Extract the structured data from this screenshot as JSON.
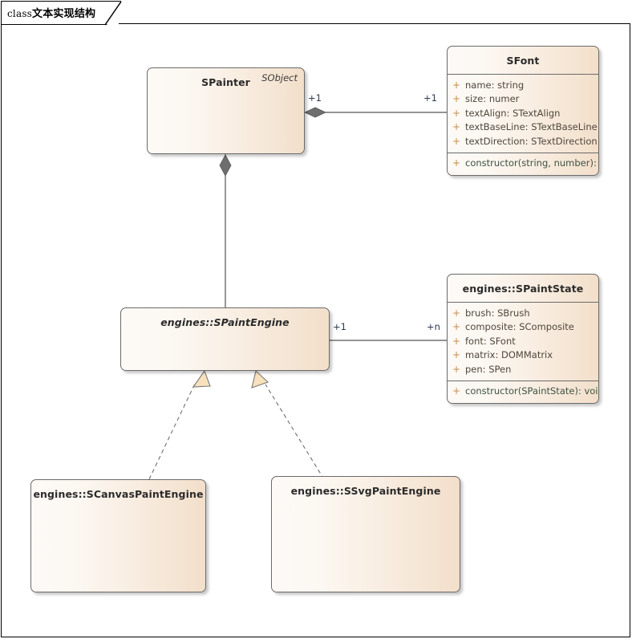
{
  "frame": {
    "title_keyword": "class",
    "title_text": "文本实现结构"
  },
  "colors": {
    "box_border": "#6b6b6b",
    "box_fill_light": "#fdfaf7",
    "box_fill_dark": "#f2dfca",
    "visibility_marker": "#c98a4b",
    "attribute_text": "#4f463b",
    "method_text": "#3e5244",
    "connector": "#555555",
    "triangle_fill": "#f7e0bb",
    "diamond_fill": "#6e6e6e",
    "multiplicity_text": "#2f3b52",
    "frame_line": "#000000"
  },
  "classes": [
    {
      "id": "spainter",
      "name": "SPainter",
      "stereotype": "SObject",
      "abstract": false,
      "attributes": [],
      "methods": []
    },
    {
      "id": "sfont",
      "name": "SFont",
      "stereotype": null,
      "abstract": false,
      "attributes": [
        {
          "visibility": "+",
          "text": "name: string"
        },
        {
          "visibility": "+",
          "text": "size: numer"
        },
        {
          "visibility": "+",
          "text": "textAlign: STextAlign"
        },
        {
          "visibility": "+",
          "text": "textBaseLine: STextBaseLine"
        },
        {
          "visibility": "+",
          "text": "textDirection: STextDirection"
        }
      ],
      "methods": [
        {
          "visibility": "+",
          "text": "constructor(string, number): void"
        }
      ]
    },
    {
      "id": "spaintengine",
      "name": "engines::SPaintEngine",
      "stereotype": null,
      "abstract": true,
      "attributes": [],
      "methods": []
    },
    {
      "id": "spaintstate",
      "name": "engines::SPaintState",
      "stereotype": null,
      "abstract": false,
      "attributes": [
        {
          "visibility": "+",
          "text": "brush: SBrush"
        },
        {
          "visibility": "+",
          "text": "composite: SComposite"
        },
        {
          "visibility": "+",
          "text": "font: SFont"
        },
        {
          "visibility": "+",
          "text": "matrix: DOMMatrix"
        },
        {
          "visibility": "+",
          "text": "pen: SPen"
        }
      ],
      "methods": [
        {
          "visibility": "+",
          "text": "constructor(SPaintState): void"
        }
      ]
    },
    {
      "id": "scanvaspaintengine",
      "name": "engines::SCanvasPaintEngine",
      "stereotype": null,
      "abstract": false,
      "attributes": [],
      "methods": []
    },
    {
      "id": "ssvgpaintengine",
      "name": "engines::SSvgPaintEngine",
      "stereotype": null,
      "abstract": false,
      "attributes": [],
      "methods": []
    }
  ],
  "relationships": [
    {
      "id": "painter-font",
      "type": "composition",
      "from": "spainter",
      "to": "sfont",
      "source_multiplicity": "+1",
      "target_multiplicity": "+1"
    },
    {
      "id": "painter-engine",
      "type": "composition",
      "from": "spainter",
      "to": "spaintengine",
      "source_multiplicity": "",
      "target_multiplicity": ""
    },
    {
      "id": "engine-state",
      "type": "association",
      "from": "spaintengine",
      "to": "spaintstate",
      "source_multiplicity": "+1",
      "target_multiplicity": "+n"
    },
    {
      "id": "canvas-realizes-engine",
      "type": "realization",
      "from": "scanvaspaintengine",
      "to": "spaintengine",
      "source_multiplicity": "",
      "target_multiplicity": ""
    },
    {
      "id": "svg-realizes-engine",
      "type": "realization",
      "from": "ssvgpaintengine",
      "to": "spaintengine",
      "source_multiplicity": "",
      "target_multiplicity": ""
    }
  ]
}
